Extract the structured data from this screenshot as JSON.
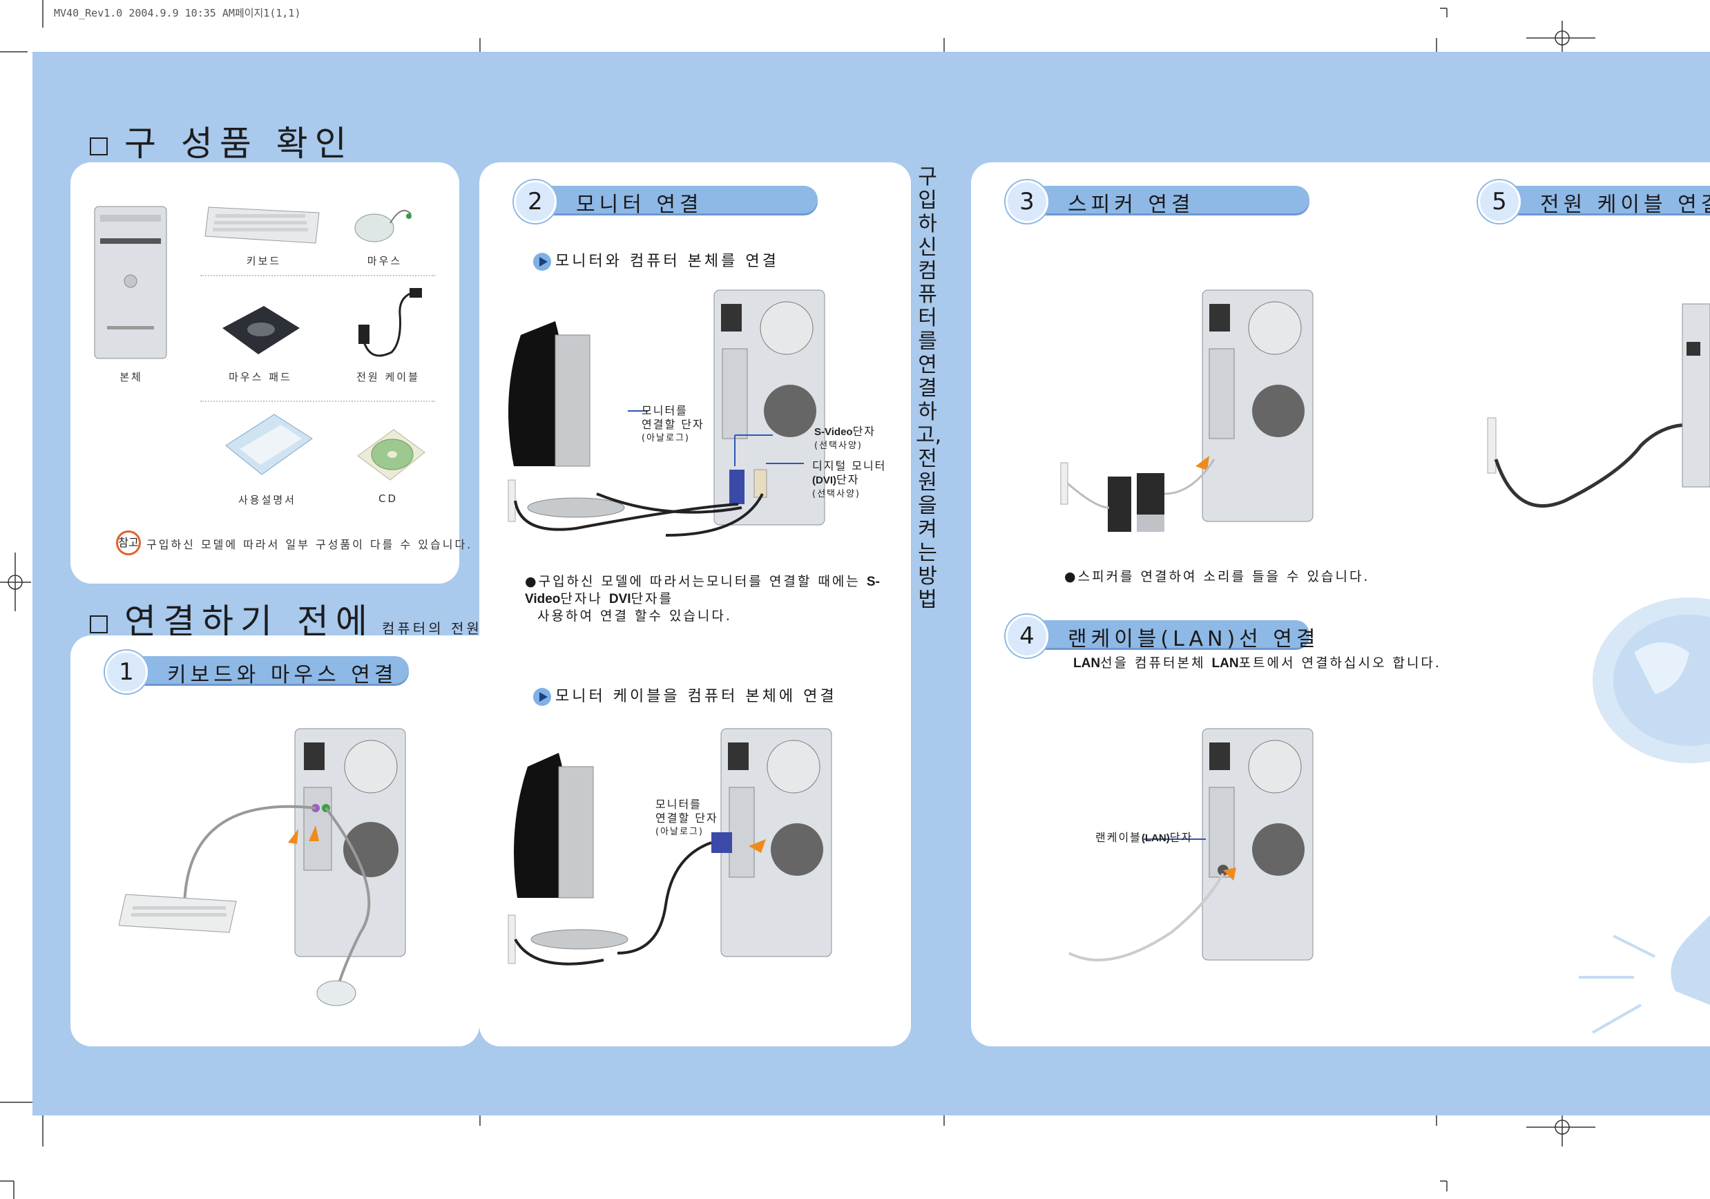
{
  "header": {
    "slug": "MV40_Rev1.0  2004.9.9 10:35 AM페이지1(1,1)"
  },
  "section_items": {
    "title": "구 성품 확인",
    "items": [
      {
        "label": "본체"
      },
      {
        "label": "키보드"
      },
      {
        "label": "마우스"
      },
      {
        "label": "마우스 패드"
      },
      {
        "label": "전원 케이블"
      },
      {
        "label": "사용설명서"
      },
      {
        "label": "CD"
      }
    ],
    "note_badge": "참고",
    "note_text": "구입하신 모델에 따라서 일부 구성품이 다를 수 있습니다."
  },
  "section_connect": {
    "title": "연결하기 전에",
    "subtitle": "컴퓨터의 전원 케이블을 뽑은 후에 연결하십시오."
  },
  "side_vertical_text": "구입하신 컴퓨터를 연결하고, 전원을 켜는 방법",
  "steps": {
    "s1": {
      "num": "1",
      "label": "키보드와 마우스 연결"
    },
    "s2": {
      "num": "2",
      "label": "모니터 연결",
      "lead_a": "모니터와 컴퓨터 본체를 연결",
      "lead_b": "모니터 케이블을 컴퓨터 본체에 연결",
      "callout_monitor_a": [
        "모니터를",
        "연결할 단자",
        "(아날로그)"
      ],
      "callout_svideo": [
        "S-Video",
        "단자",
        "(선택사양)"
      ],
      "callout_dvi": [
        "디지털 모니터",
        "(DVI)",
        "단자",
        "(선택사양)"
      ],
      "callout_monitor_b": [
        "모니터를",
        "연결할 단자",
        "(아날로그)"
      ],
      "bullet_prefix": "구입하신 모델에 따라서는모니터를 연결할 때에는",
      "bullet_svideo": "S-Video",
      "bullet_mid": "단자나",
      "bullet_dvi": "DVI",
      "bullet_end": "단자를",
      "bullet_line2": "사용하여 연결 할수 있습니다."
    },
    "s3": {
      "num": "3",
      "label": "스피커 연결",
      "bullet": "스피커를 연결하여 소리를 들을 수 있습니다."
    },
    "s4": {
      "num": "4",
      "label": "랜케이블(LAN)선 연결",
      "desc_a": "LAN",
      "desc_b": "선을 컴퓨터본체",
      "desc_c": "LAN",
      "desc_d": "포트에서 연결하십시오 합니다.",
      "callout_a": "랜케이블",
      "callout_b": "(LAN)",
      "callout_c": "단자"
    },
    "s5": {
      "num": "5",
      "label": "전원 케이블 연결"
    }
  }
}
